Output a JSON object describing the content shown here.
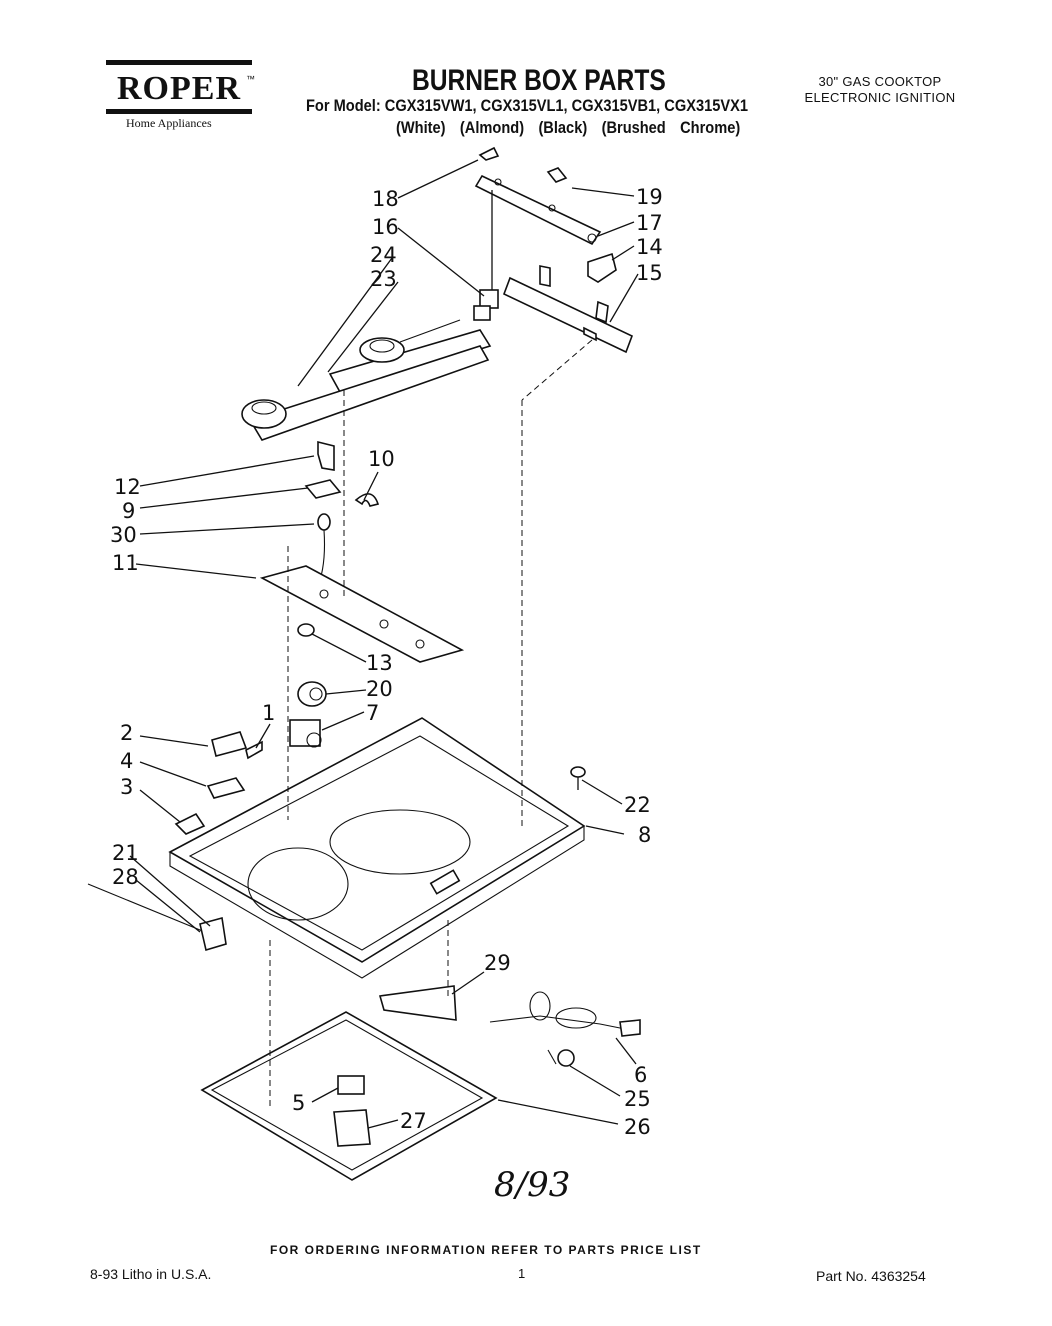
{
  "brand": {
    "logo_text": "ROPER",
    "trademark": "™",
    "subtitle": "Home Appliances"
  },
  "header": {
    "title": "BURNER BOX PARTS",
    "models": "For Model: CGX315VW1, CGX315VL1, CGX315VB1, CGX315VX1",
    "finishes": "(White) (Almond) (Black) (Brushed Chrome)"
  },
  "product": {
    "line1": "30\" GAS COOKTOP",
    "line2": "ELECTRONIC IGNITION"
  },
  "callouts": [
    "18",
    "16",
    "24",
    "23",
    "19",
    "17",
    "14",
    "15",
    "12",
    "10",
    "9",
    "30",
    "11",
    "13",
    "20",
    "7",
    "2",
    "1",
    "4",
    "3",
    "22",
    "8",
    "21",
    "28",
    "29",
    "6",
    "25",
    "26",
    "5",
    "27"
  ],
  "handwritten_note": "8/93",
  "footer": {
    "ordering": "FOR ORDERING INFORMATION REFER TO PARTS PRICE LIST",
    "litho": "8-93  Litho in U.S.A.",
    "page": "1",
    "part_no": "Part No. 4363254"
  }
}
